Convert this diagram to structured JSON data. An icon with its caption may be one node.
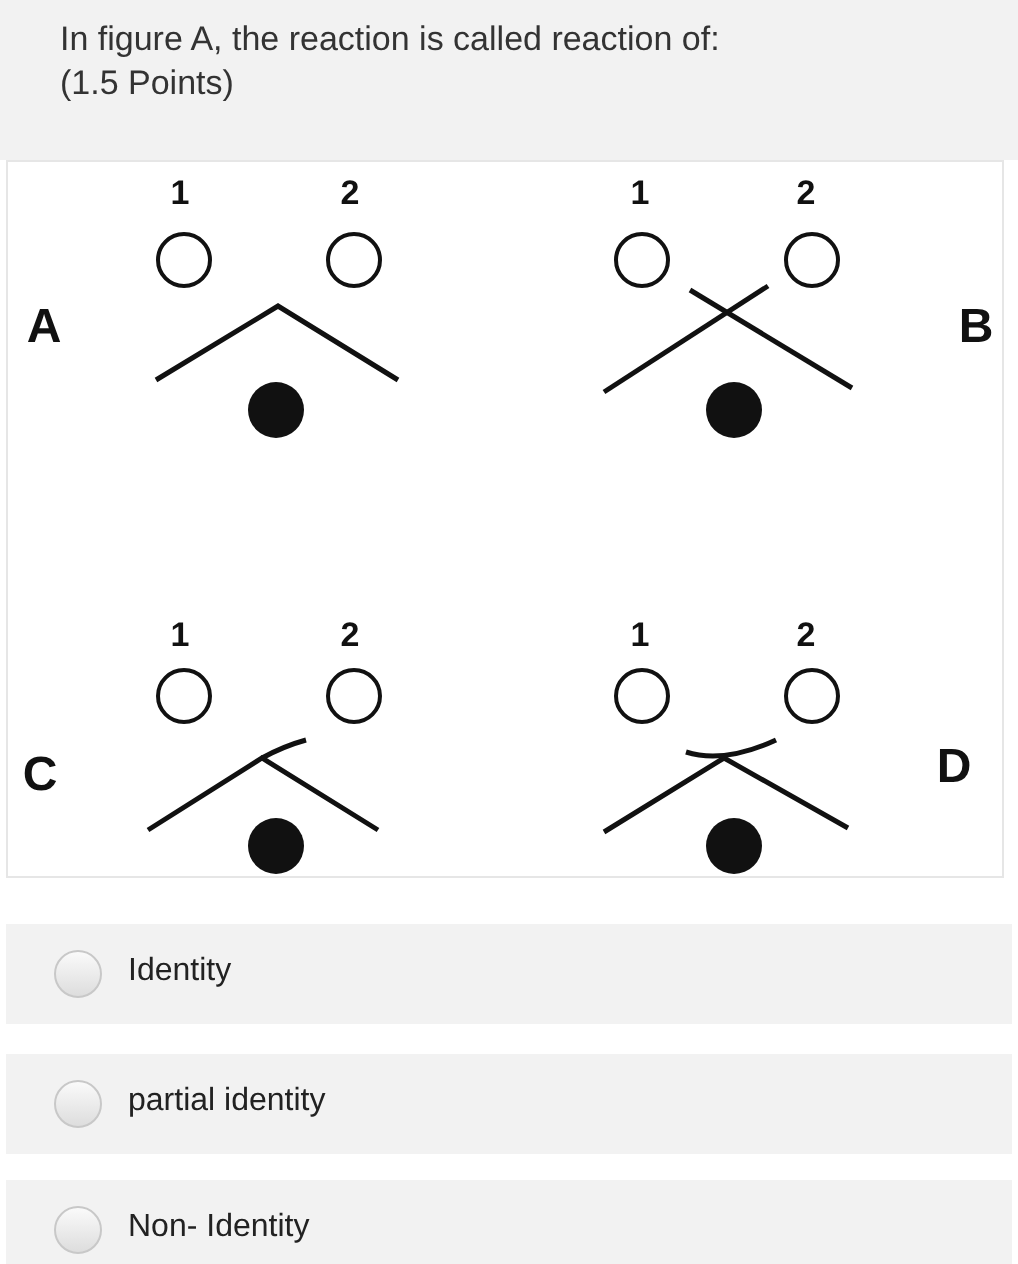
{
  "diagram": {
    "title": "In figure A,  the reaction is called reaction of:",
    "labels": [
      "(1.5 Points)",
      "1",
      "2",
      "1",
      "2",
      "A",
      "B",
      "1",
      "2",
      "1",
      "2",
      "C",
      "D",
      "Identity",
      "partial identity",
      "Non- Identity"
    ]
  }
}
